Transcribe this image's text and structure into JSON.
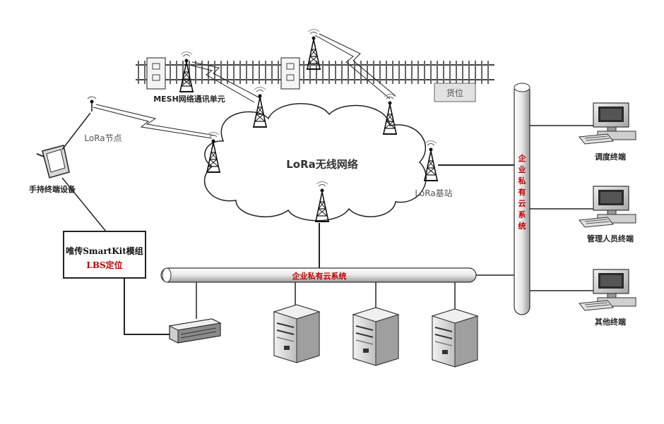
{
  "labels": {
    "mesh_unit": "MESH网络通讯单元",
    "lora_node": "LoRa节点",
    "handheld": "手持终端设备",
    "cloud_title": "LoRa无线网络",
    "lora_base": "LoRa基站",
    "cargo": "货位",
    "dispatch_terminal": "调度终端",
    "manager_terminal": "管理人员终端",
    "other_terminal": "其他终端",
    "enterprise_cloud_h": "企业私有云系统",
    "enterprise_cloud_v": [
      "企",
      "业",
      "私",
      "有",
      "云",
      "系",
      "统"
    ],
    "module_line1": "唯传SmartKit模组",
    "module_line2": "LBS定位"
  }
}
